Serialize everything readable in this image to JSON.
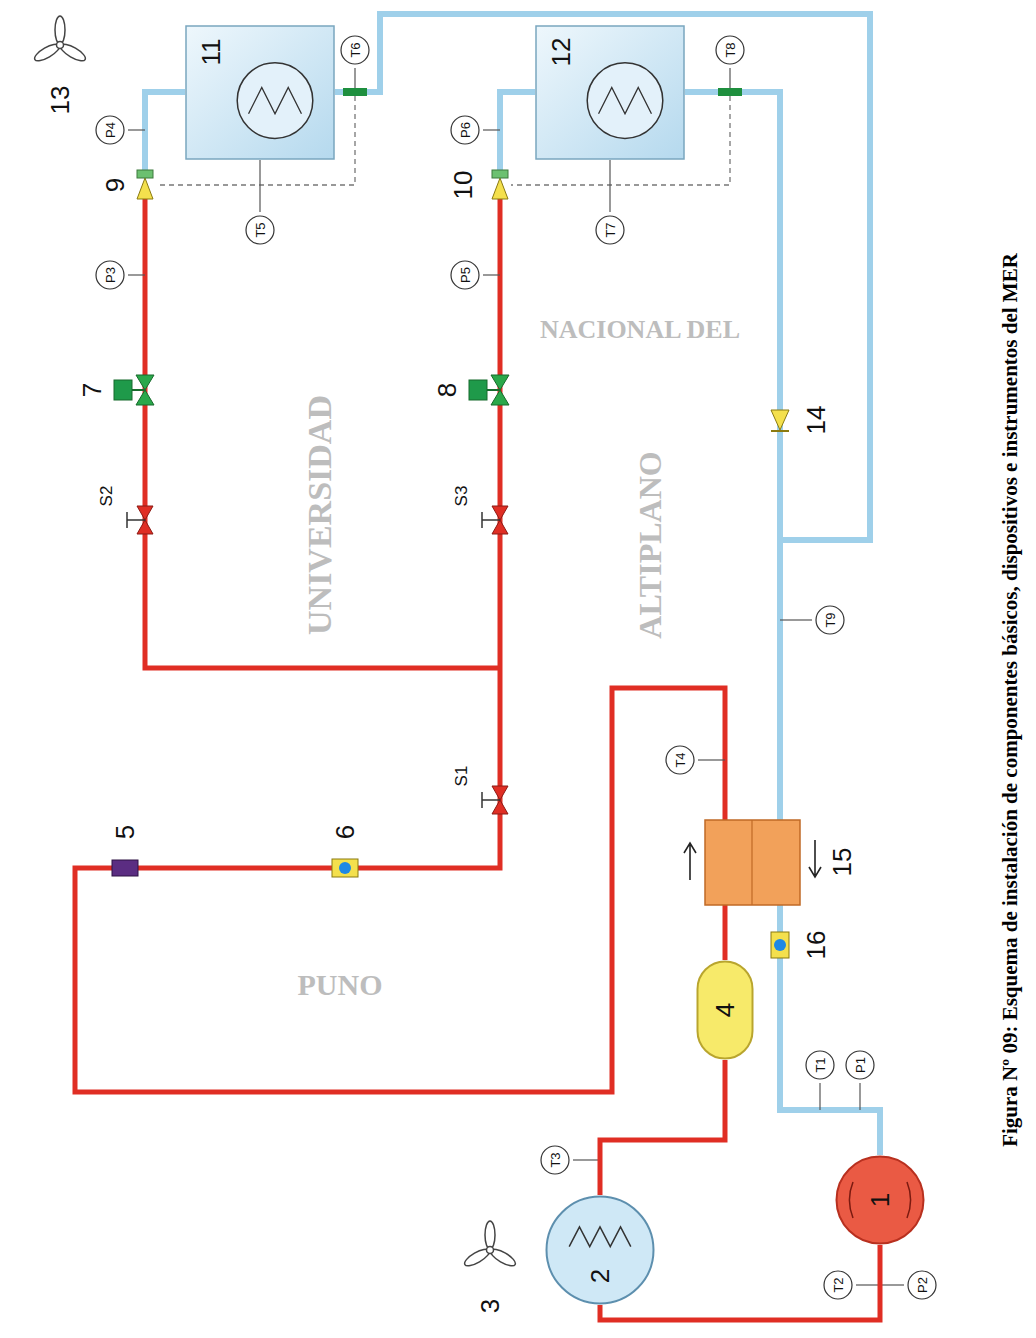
{
  "diagram": {
    "caption": "Figura Nº 09: Esquema de instalación de componentes básicos, dispositivos e instrumentos del MER",
    "nodes": [
      {
        "text": [
          "1"
        ]
      },
      {
        "text": [
          "2"
        ]
      },
      {
        "text": [
          "4"
        ]
      },
      {
        "text": [
          "11"
        ]
      },
      {
        "text": [
          "12"
        ]
      },
      {
        "text": [
          "P1"
        ]
      },
      {
        "text": [
          "P2"
        ]
      },
      {
        "text": [
          "P3"
        ]
      },
      {
        "text": [
          "P4"
        ]
      },
      {
        "text": [
          "P5"
        ]
      },
      {
        "text": [
          "P6"
        ]
      },
      {
        "text": [
          "T1"
        ]
      },
      {
        "text": [
          "T2"
        ]
      },
      {
        "text": [
          "T3"
        ]
      },
      {
        "text": [
          "T4"
        ]
      },
      {
        "text": [
          "T5"
        ]
      },
      {
        "text": [
          "T6"
        ]
      },
      {
        "text": [
          "T7"
        ]
      },
      {
        "text": [
          "T8"
        ]
      },
      {
        "text": [
          "T9"
        ]
      }
    ],
    "edges": [
      {
        "from": 0,
        "to": 1,
        "arrow": "none"
      },
      {
        "from": 1,
        "to": 2,
        "arrow": "none"
      }
    ],
    "labels": [
      "13",
      "9",
      "7",
      "S2",
      "10",
      "8",
      "S3",
      "14",
      "S1",
      "5",
      "6",
      "15",
      "16",
      "3",
      "UNIVERSIDAD",
      "NACIONAL DEL",
      "ALTIPLANO",
      "PUNO"
    ]
  }
}
